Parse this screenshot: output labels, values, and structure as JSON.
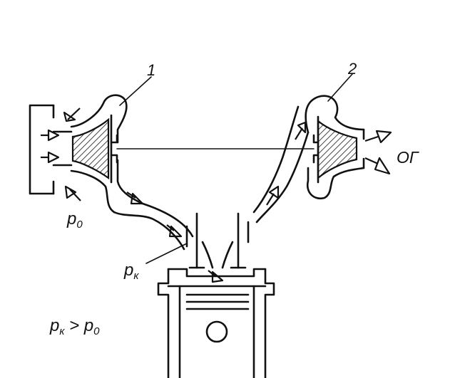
{
  "labels": {
    "compressor_number": "1",
    "turbine_number": "2",
    "exhaust": "ОГ",
    "ambient_p": "p",
    "ambient_sub": "0",
    "boost_p": "p",
    "boost_sub": "к",
    "inequality_left_p": "p",
    "inequality_left_sub": "к",
    "inequality_sign": " > ",
    "inequality_right_p": "p",
    "inequality_right_sub": "0"
  },
  "colors": {
    "ink": "#111111",
    "background": "#ffffff"
  }
}
